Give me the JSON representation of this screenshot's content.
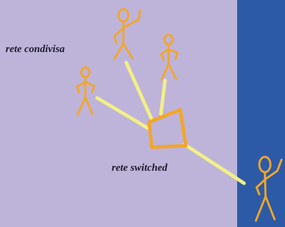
{
  "labels": {
    "shared_network": "rete condivisa",
    "switched_network": "rete switched"
  },
  "colors": {
    "background": "#beb4da",
    "side_panel": "#2c5aa6",
    "figure_stroke": "#f2a62a",
    "link": "#f3ef86",
    "switch_outline": "#f2a62a"
  },
  "figures": [
    {
      "id": "person-left"
    },
    {
      "id": "person-top-left"
    },
    {
      "id": "person-top-right"
    },
    {
      "id": "person-right-panel"
    }
  ],
  "icons": {
    "switch": "switch-box-icon",
    "person": "stick-figure-icon"
  }
}
